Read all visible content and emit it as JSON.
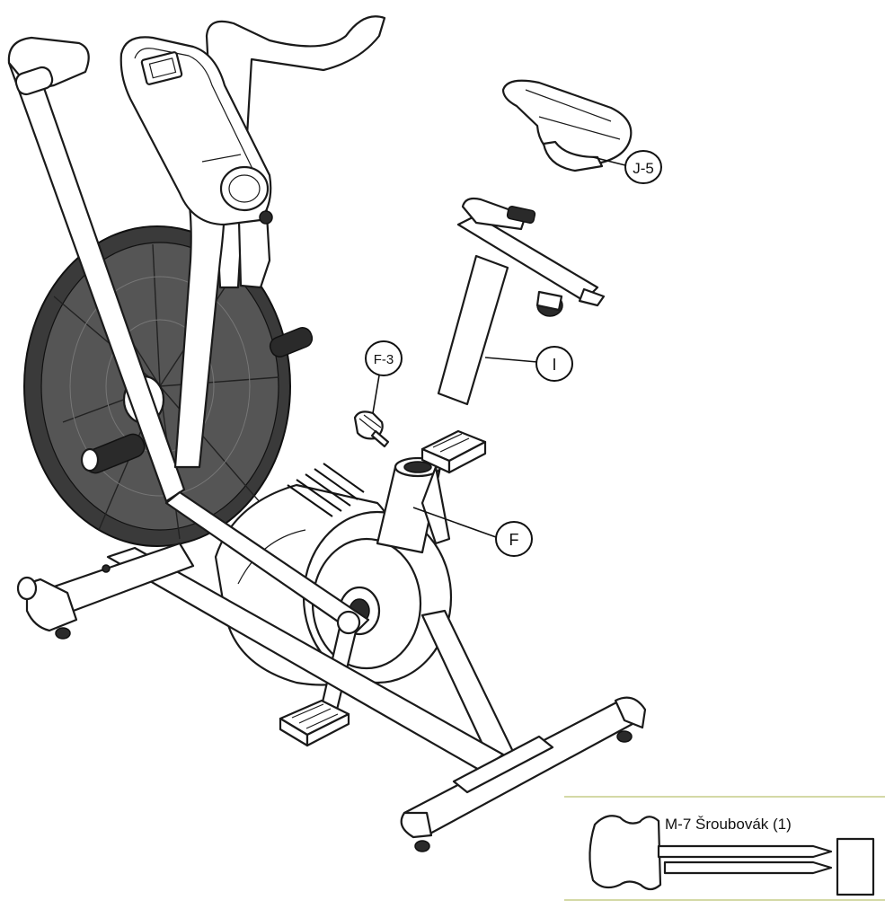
{
  "callouts": {
    "j5": "J-5",
    "i": "I",
    "f3": "F-3",
    "f": "F"
  },
  "tool_box": {
    "label": "M-7 Šroubovák (1)",
    "frame_color": "#d4d9a6"
  }
}
